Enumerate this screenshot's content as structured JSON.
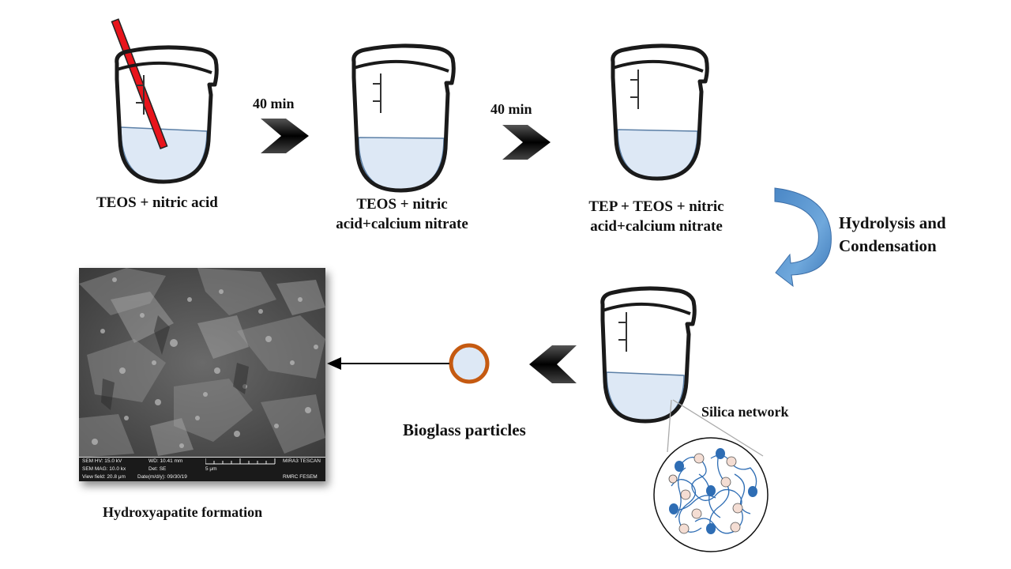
{
  "colors": {
    "liquid": "#dde8f5",
    "liquid_stroke": "#5b7fa6",
    "beaker_stroke": "#1a1a1a",
    "stir_rod": "#e8141b",
    "curved_arrow": "#5b9bd5",
    "particle_ring": "#c55a11",
    "particle_fill": "#dde8f5",
    "network_dot_blue": "#2e6db4",
    "network_dot_pink": "#f4ddd3"
  },
  "steps": {
    "step1_label": "TEOS + nitric acid",
    "arrow1_label": "40 min",
    "step2_label_line1": "TEOS + nitric",
    "step2_label_line2": "acid+calcium nitrate",
    "arrow2_label": "40 min",
    "step3_label_line1": "TEP + TEOS + nitric",
    "step3_label_line2": "acid+calcium nitrate",
    "process_label_line1": "Hydrolysis and",
    "process_label_line2": "Condensation",
    "silica_label": "Silica network",
    "bioglass_label": "Bioglass particles",
    "hydroxyapatite_label": "Hydroxyapatite formation"
  },
  "sem_info": {
    "hv": "SEM HV: 15.0 kV",
    "wd": "WD: 10.41 mm",
    "brand": "MIRA3 TESCAN",
    "mag": "SEM MAG: 10.0 kx",
    "det": "Det: SE",
    "scale": "5 μm",
    "view_field": "View field: 20.8 μm",
    "date": "Date(m/d/y): 09/30/19",
    "lab": "RMRC FESEM"
  }
}
